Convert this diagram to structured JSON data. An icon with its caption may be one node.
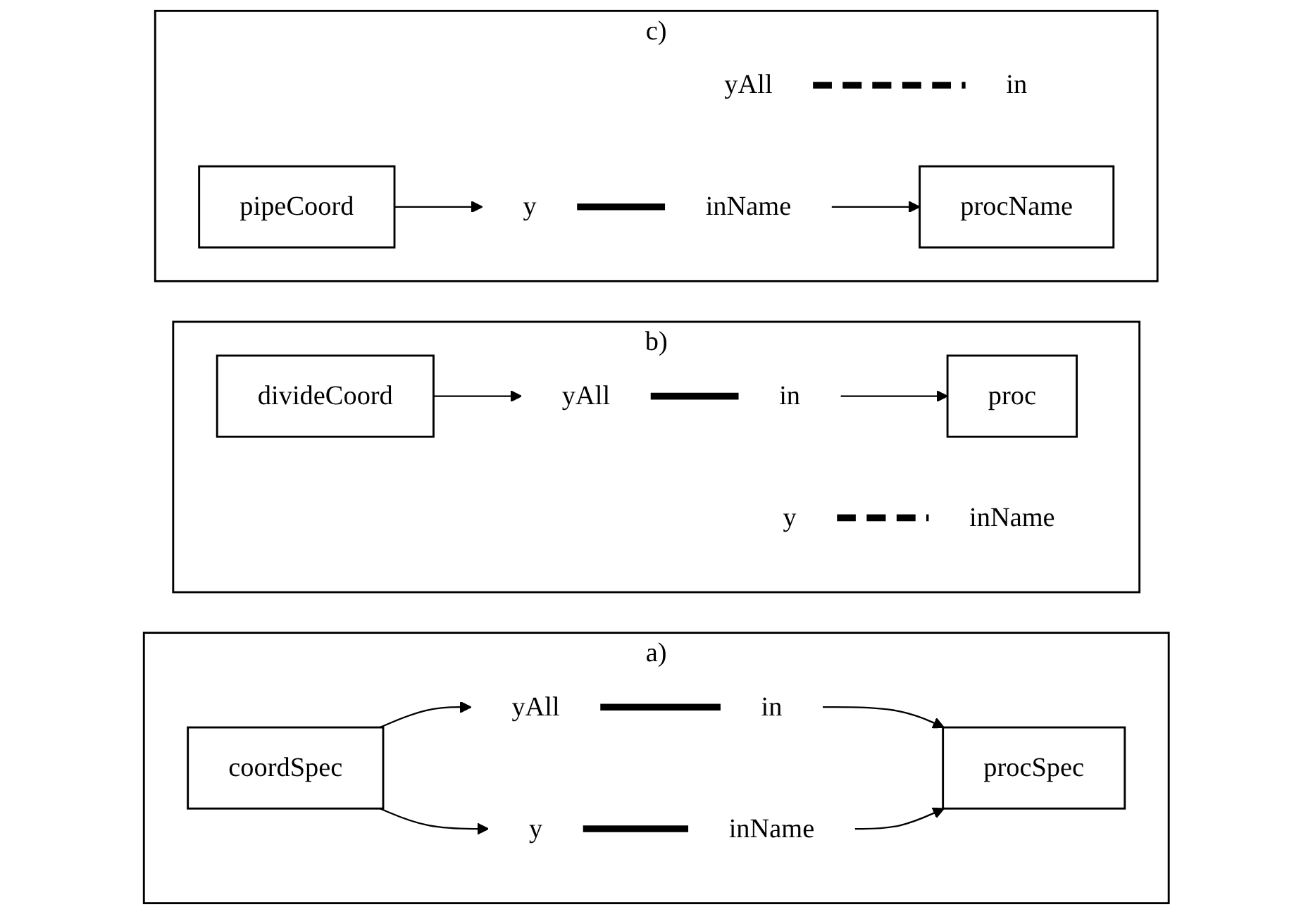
{
  "diagram": {
    "nodes": [
      {
        "text": [
          "a)"
        ]
      },
      {
        "text": [
          "coordSpec"
        ],
        "in": 0
      },
      {
        "text": [
          "yAll"
        ],
        "in": 0
      },
      {
        "text": [
          "in"
        ],
        "in": 0
      },
      {
        "text": [
          "y"
        ],
        "in": 0
      },
      {
        "text": [
          "inName"
        ],
        "in": 0
      },
      {
        "text": [
          "procSpec"
        ],
        "in": 0
      },
      {
        "text": [
          "b)"
        ]
      },
      {
        "text": [
          "divideCoord"
        ],
        "in": 7
      },
      {
        "text": [
          "yAll"
        ],
        "in": 7
      },
      {
        "text": [
          "in"
        ],
        "in": 7
      },
      {
        "text": [
          "y"
        ],
        "in": 7
      },
      {
        "text": [
          "inName"
        ],
        "in": 7
      },
      {
        "text": [
          "proc"
        ],
        "in": 7
      },
      {
        "text": [
          "c)"
        ]
      },
      {
        "text": [
          "pipeCoord"
        ],
        "in": 14
      },
      {
        "text": [
          "yAll"
        ],
        "in": 14
      },
      {
        "text": [
          "in"
        ],
        "in": 14
      },
      {
        "text": [
          "y"
        ],
        "in": 14
      },
      {
        "text": [
          "inName"
        ],
        "in": 14
      },
      {
        "text": [
          "procName"
        ],
        "in": 14
      }
    ],
    "edges": [
      {
        "from": 1,
        "to": 2,
        "arrow": "to"
      },
      {
        "from": 2,
        "to": 3,
        "arrow": "none",
        "style": "thick"
      },
      {
        "from": 3,
        "to": 6,
        "arrow": "to"
      },
      {
        "from": 1,
        "to": 4,
        "arrow": "to"
      },
      {
        "from": 4,
        "to": 5,
        "arrow": "none",
        "style": "thick"
      },
      {
        "from": 5,
        "to": 6,
        "arrow": "to"
      },
      {
        "from": 8,
        "to": 9,
        "arrow": "to"
      },
      {
        "from": 9,
        "to": 10,
        "arrow": "none",
        "style": "thick"
      },
      {
        "from": 10,
        "to": 13,
        "arrow": "to"
      },
      {
        "from": 11,
        "to": 12,
        "arrow": "none",
        "style": "dashed"
      },
      {
        "from": 16,
        "to": 17,
        "arrow": "none",
        "style": "dashed"
      },
      {
        "from": 15,
        "to": 18,
        "arrow": "to"
      },
      {
        "from": 18,
        "to": 19,
        "arrow": "none",
        "style": "thick"
      },
      {
        "from": 19,
        "to": 20,
        "arrow": "to"
      }
    ]
  }
}
